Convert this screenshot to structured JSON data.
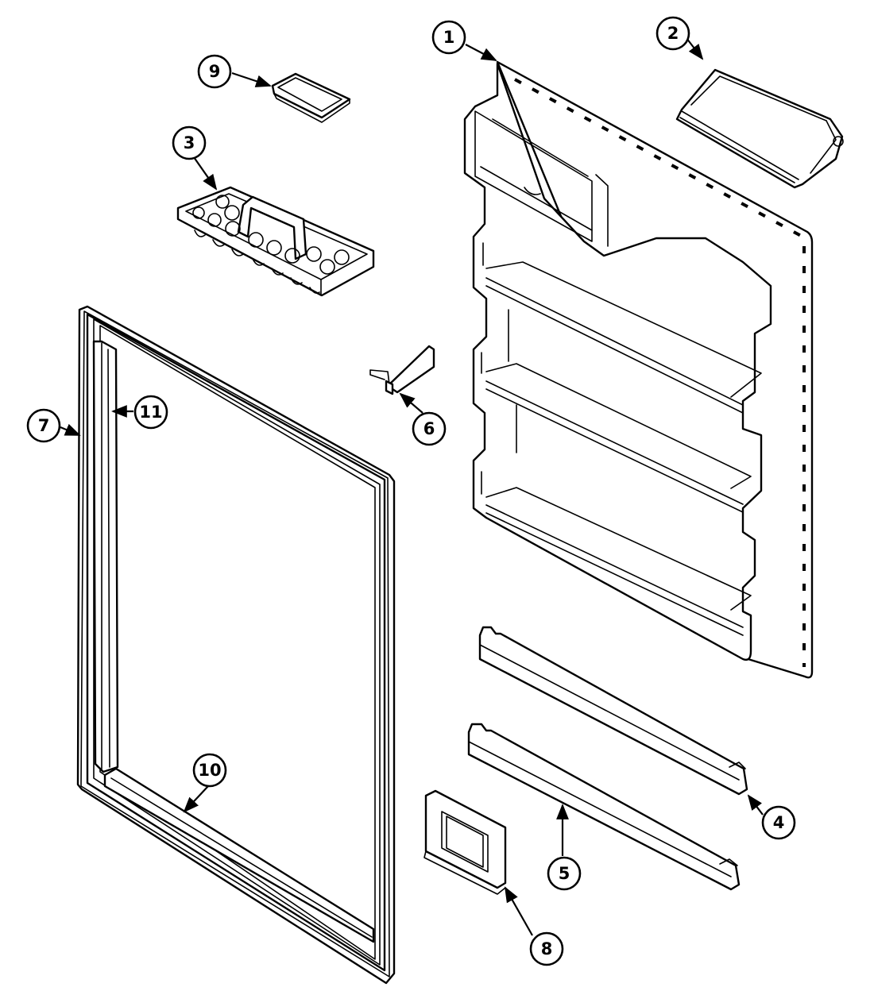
{
  "callouts": [
    {
      "id": "c1",
      "label": "1"
    },
    {
      "id": "c2",
      "label": "2"
    },
    {
      "id": "c3",
      "label": "3"
    },
    {
      "id": "c4",
      "label": "4"
    },
    {
      "id": "c5",
      "label": "5"
    },
    {
      "id": "c6",
      "label": "6"
    },
    {
      "id": "c7",
      "label": "7"
    },
    {
      "id": "c8",
      "label": "8"
    },
    {
      "id": "c9",
      "label": "9"
    },
    {
      "id": "c10",
      "label": "10"
    },
    {
      "id": "c11",
      "label": "11"
    }
  ],
  "colors": {
    "line": "#000000",
    "background": "#ffffff"
  }
}
